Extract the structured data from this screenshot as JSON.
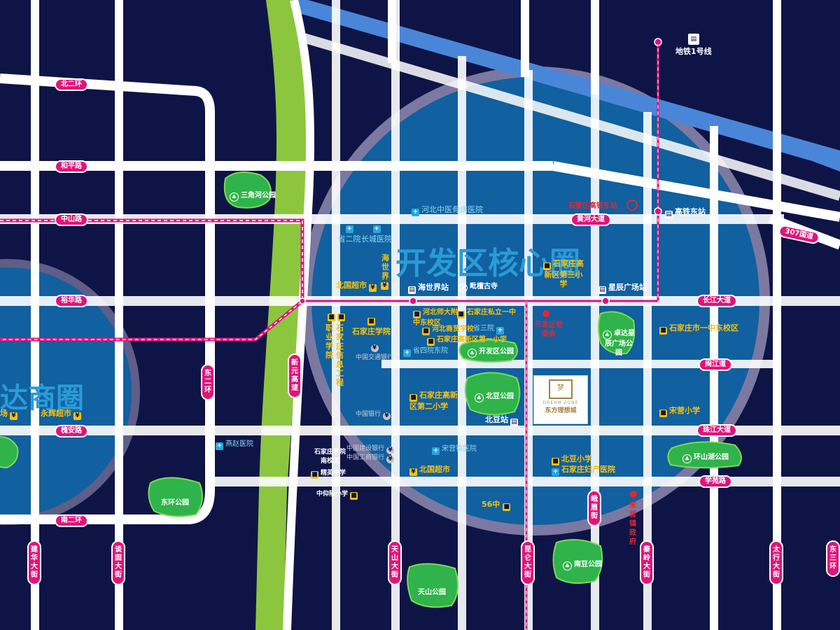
{
  "zones": {
    "core_title": "开发区核心圈",
    "left_title": "达商圈"
  },
  "roads": {
    "beierhuan": "北二环",
    "hepinglu": "和平路",
    "zhongshanlu": "中山路",
    "yuhualu": "裕华路",
    "huaianlu": "槐安路",
    "nanerhuan": "南二环",
    "huanghedadao": "黄河大道",
    "changjiangdadao": "长江大道",
    "minjiangdao": "闽江道",
    "zhujiangdadao": "珠江大道",
    "xueyuanlu": "学苑路",
    "guodao307": "307国道",
    "jianhuadajie": "建华大街",
    "tandadajie": "谈固大街",
    "dongerhuan": "东二环",
    "xinyuangaosu": "新元高速",
    "tianshandajie": "天山大街",
    "kunlundajie": "昆仑大街",
    "emeijie": "峨眉街",
    "qinlingdajie": "秦岭大街",
    "taihangdajie": "太行大街",
    "dongsanhuan": "东三环"
  },
  "metro": {
    "line1": "地铁1号线",
    "gaotiedong": "高铁东站",
    "haishijie_station": "海世界站",
    "xingchen_station": "星辰广场站",
    "beidou_station": "北豆站"
  },
  "parks": {
    "sanjiaohe": "三角河公园",
    "kaifaqu": "开发区公园",
    "beidou": "北豆公园",
    "zhuoda": "卓达星辰广场公园",
    "huanshanhu": "环山湖公园",
    "donghuan": "东环公园",
    "tianshan": "天山公园",
    "nandou": "南豆公园"
  },
  "hospitals": {
    "hebei_guke": "河北中医骨病医院",
    "shenger": "省二院",
    "changcheng": "长城医院",
    "shengsan": "省三院",
    "shengsiyuan_dong": "省四院东院",
    "songying_zhen": "宋营镇医院",
    "fuchan": "石家庄妇产医院",
    "yanzhao": "燕赵医院"
  },
  "schools": {
    "zhiye_xueyuan": "职业学院",
    "xinxi_gongcheng": "石家庄信息工程",
    "sjz_xueyuan": "石家庄学院",
    "hebei_shida": "河北师大附中东校区",
    "sili_yizhong": "石家庄私立一中",
    "shangmao": "河北商贸学校",
    "gaoxin_yixiao": "石家庄高新区第一小学",
    "gaoxin_sanxiao": "石家庄高新区第三小学",
    "gaoxin_erxiao": "石家庄高新区第二小学",
    "yizhong_dong": "石家庄市一中东校区",
    "songying_xiaoxue": "宋营小学",
    "beidou_xiaoxue": "北豆小学",
    "zhong56": "56中",
    "xueyuan_nan": "石家庄学院南校区",
    "jingying": "精英中学",
    "zhongyangling": "中仰陵小学"
  },
  "shops": {
    "beiguo_north": "北国超市",
    "beiguo_south": "北国超市",
    "yonghui": "永辉超市",
    "haishijie": "海世界",
    "left_edge": "场"
  },
  "banks": {
    "jiaotong": "中国交通银行",
    "zhongguo": "中国银行",
    "jianshe": "中国建设银行",
    "gongshang": "中国工商银行"
  },
  "landmarks": {
    "pilugusi": "毗檀古寺",
    "gaotie_station": "石家庄高铁东站",
    "kaifaqu_gov": "开发区管委会",
    "songying_gov": "宋营镇政府"
  },
  "project": {
    "logo_text": "梦",
    "en_name": "DREAM ZONE",
    "cn_name": "东方理想城"
  },
  "colors": {
    "background": "#0f1446",
    "road": "#ffffff",
    "core_circle": "#1a6fb0",
    "river": "#8cc63f",
    "railway": "#4a86d8",
    "metro_line": "#e2137b",
    "park": "#2fb34a",
    "school": "#f4c20f",
    "hospital": "#8fd8f0",
    "government": "#e8252d"
  }
}
